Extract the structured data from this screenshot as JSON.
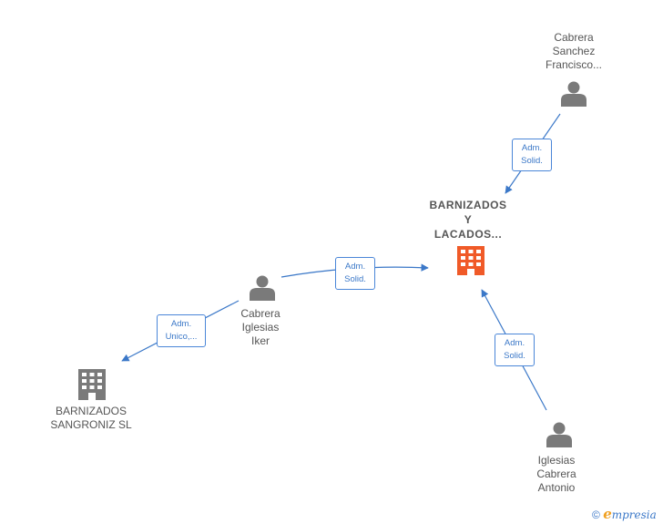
{
  "nodes": {
    "main_company": {
      "lines": [
        "BARNIZADOS",
        "Y",
        "LACADOS..."
      ],
      "color": "#f05a28"
    },
    "company_sangroniz": {
      "lines": [
        "BARNIZADOS",
        "SANGRONIZ SL"
      ],
      "color": "#7a7a7a"
    },
    "person_francisco": {
      "lines": [
        "Cabrera",
        "Sanchez",
        "Francisco..."
      ]
    },
    "person_iker": {
      "lines": [
        "Cabrera",
        "Iglesias",
        "Iker"
      ]
    },
    "person_antonio": {
      "lines": [
        "Iglesias",
        "Cabrera",
        "Antonio"
      ]
    }
  },
  "edges": {
    "francisco_to_main": {
      "lines": [
        "Adm.",
        "Solid."
      ]
    },
    "iker_to_main": {
      "lines": [
        "Adm.",
        "Solid."
      ]
    },
    "iker_to_sangroniz": {
      "lines": [
        "Adm.",
        "Unico,..."
      ]
    },
    "antonio_to_main": {
      "lines": [
        "Adm.",
        "Solid."
      ]
    }
  },
  "footer": {
    "copyright": "©",
    "brand_e": "e",
    "brand_rest": "mpresia"
  },
  "colors": {
    "edge": "#3b78c8",
    "person_icon": "#7a7a7a",
    "main_icon": "#f05a28"
  }
}
